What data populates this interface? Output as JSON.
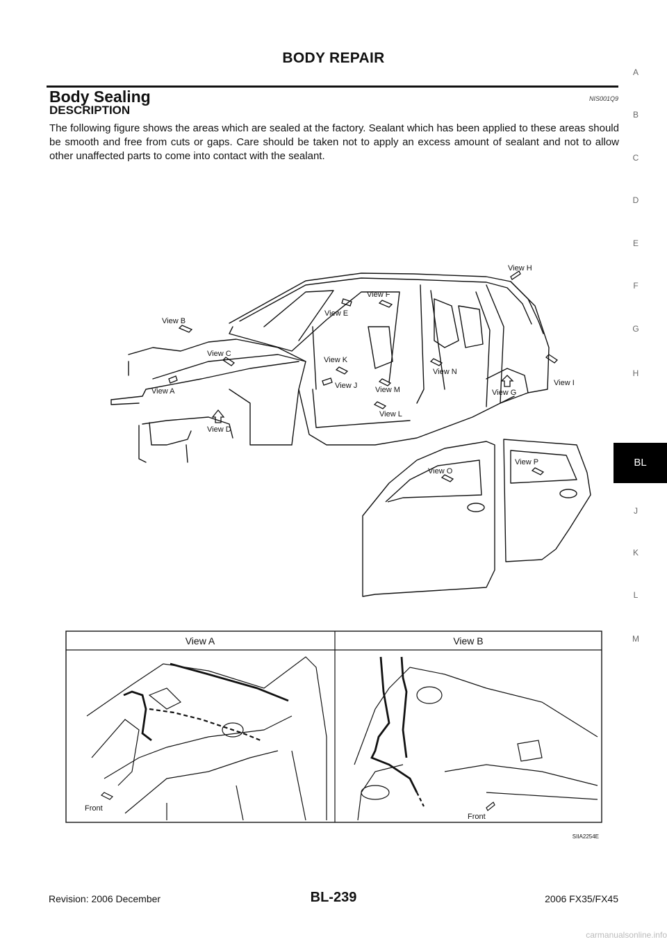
{
  "header": {
    "title": "BODY REPAIR"
  },
  "section": {
    "title": "Body Sealing",
    "code": "NIS001Q9"
  },
  "subsection": {
    "title": "DESCRIPTION"
  },
  "body": {
    "text": "The following figure shows the areas which are sealed at the factory. Sealant which has been applied to these areas should be smooth and free from cuts or gaps. Care should be taken not to apply an excess amount of sealant and not to allow other unaffected parts to come into contact with the sealant."
  },
  "side_tabs": [
    {
      "label": "A"
    },
    {
      "label": "B"
    },
    {
      "label": "C"
    },
    {
      "label": "D"
    },
    {
      "label": "E"
    },
    {
      "label": "F"
    },
    {
      "label": "G"
    },
    {
      "label": "H"
    },
    {
      "label": "BL",
      "active": true
    },
    {
      "label": "J"
    },
    {
      "label": "K"
    },
    {
      "label": "L"
    },
    {
      "label": "M"
    }
  ],
  "figure": {
    "view_labels": {
      "a": "View A",
      "b": "View B",
      "c": "View C",
      "d": "View D",
      "e": "View E",
      "f": "View F",
      "g": "View G",
      "h": "View H",
      "i": "View I",
      "j": "View J",
      "k": "View K",
      "l": "View L",
      "m": "View M",
      "n": "View N",
      "o": "View O",
      "p": "View P"
    },
    "detail_table": {
      "left_header": "View A",
      "right_header": "View B",
      "left_front": "Front",
      "right_front": "Front"
    },
    "code": "SIIA2254E"
  },
  "footer": {
    "revision": "Revision: 2006 December",
    "page": "BL-239",
    "model": "2006 FX35/FX45"
  },
  "watermark": "carmanualsonline.info"
}
